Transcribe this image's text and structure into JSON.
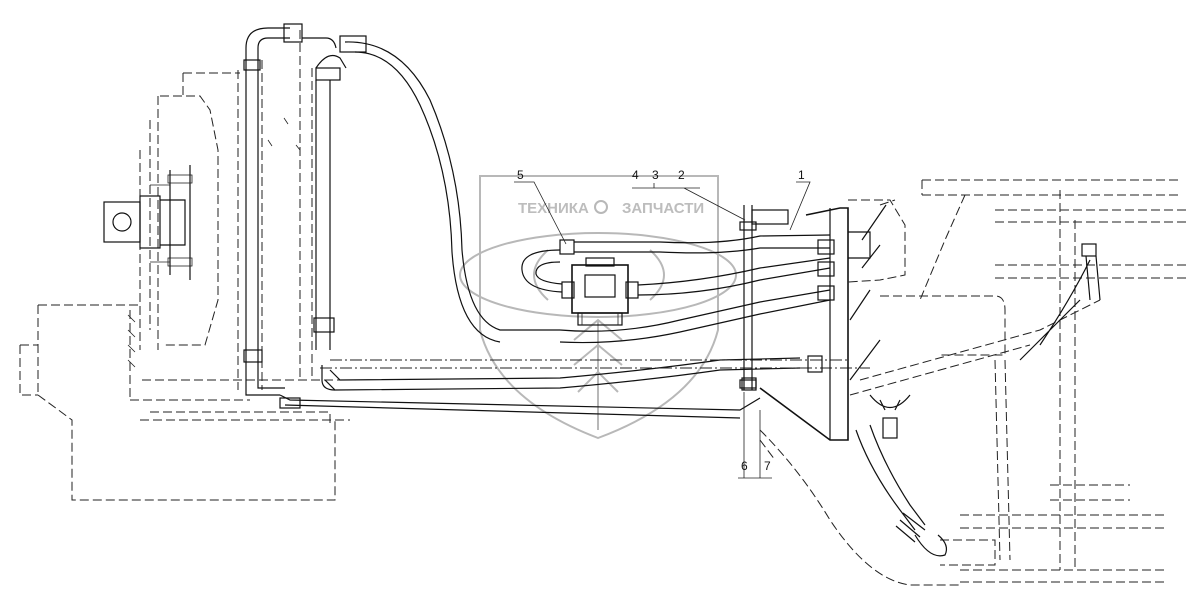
{
  "watermark": {
    "left_word": "ТЕХНИКА",
    "right_word": "ЗАПЧАСТИ",
    "color": "#bdbdbd"
  },
  "callouts": [
    {
      "id": "c1",
      "text": "1"
    },
    {
      "id": "c2",
      "text": "2"
    },
    {
      "id": "c3",
      "text": "3"
    },
    {
      "id": "c4",
      "text": "4"
    },
    {
      "id": "c5",
      "text": "5"
    },
    {
      "id": "c6",
      "text": "6"
    },
    {
      "id": "c7",
      "text": "7"
    }
  ]
}
